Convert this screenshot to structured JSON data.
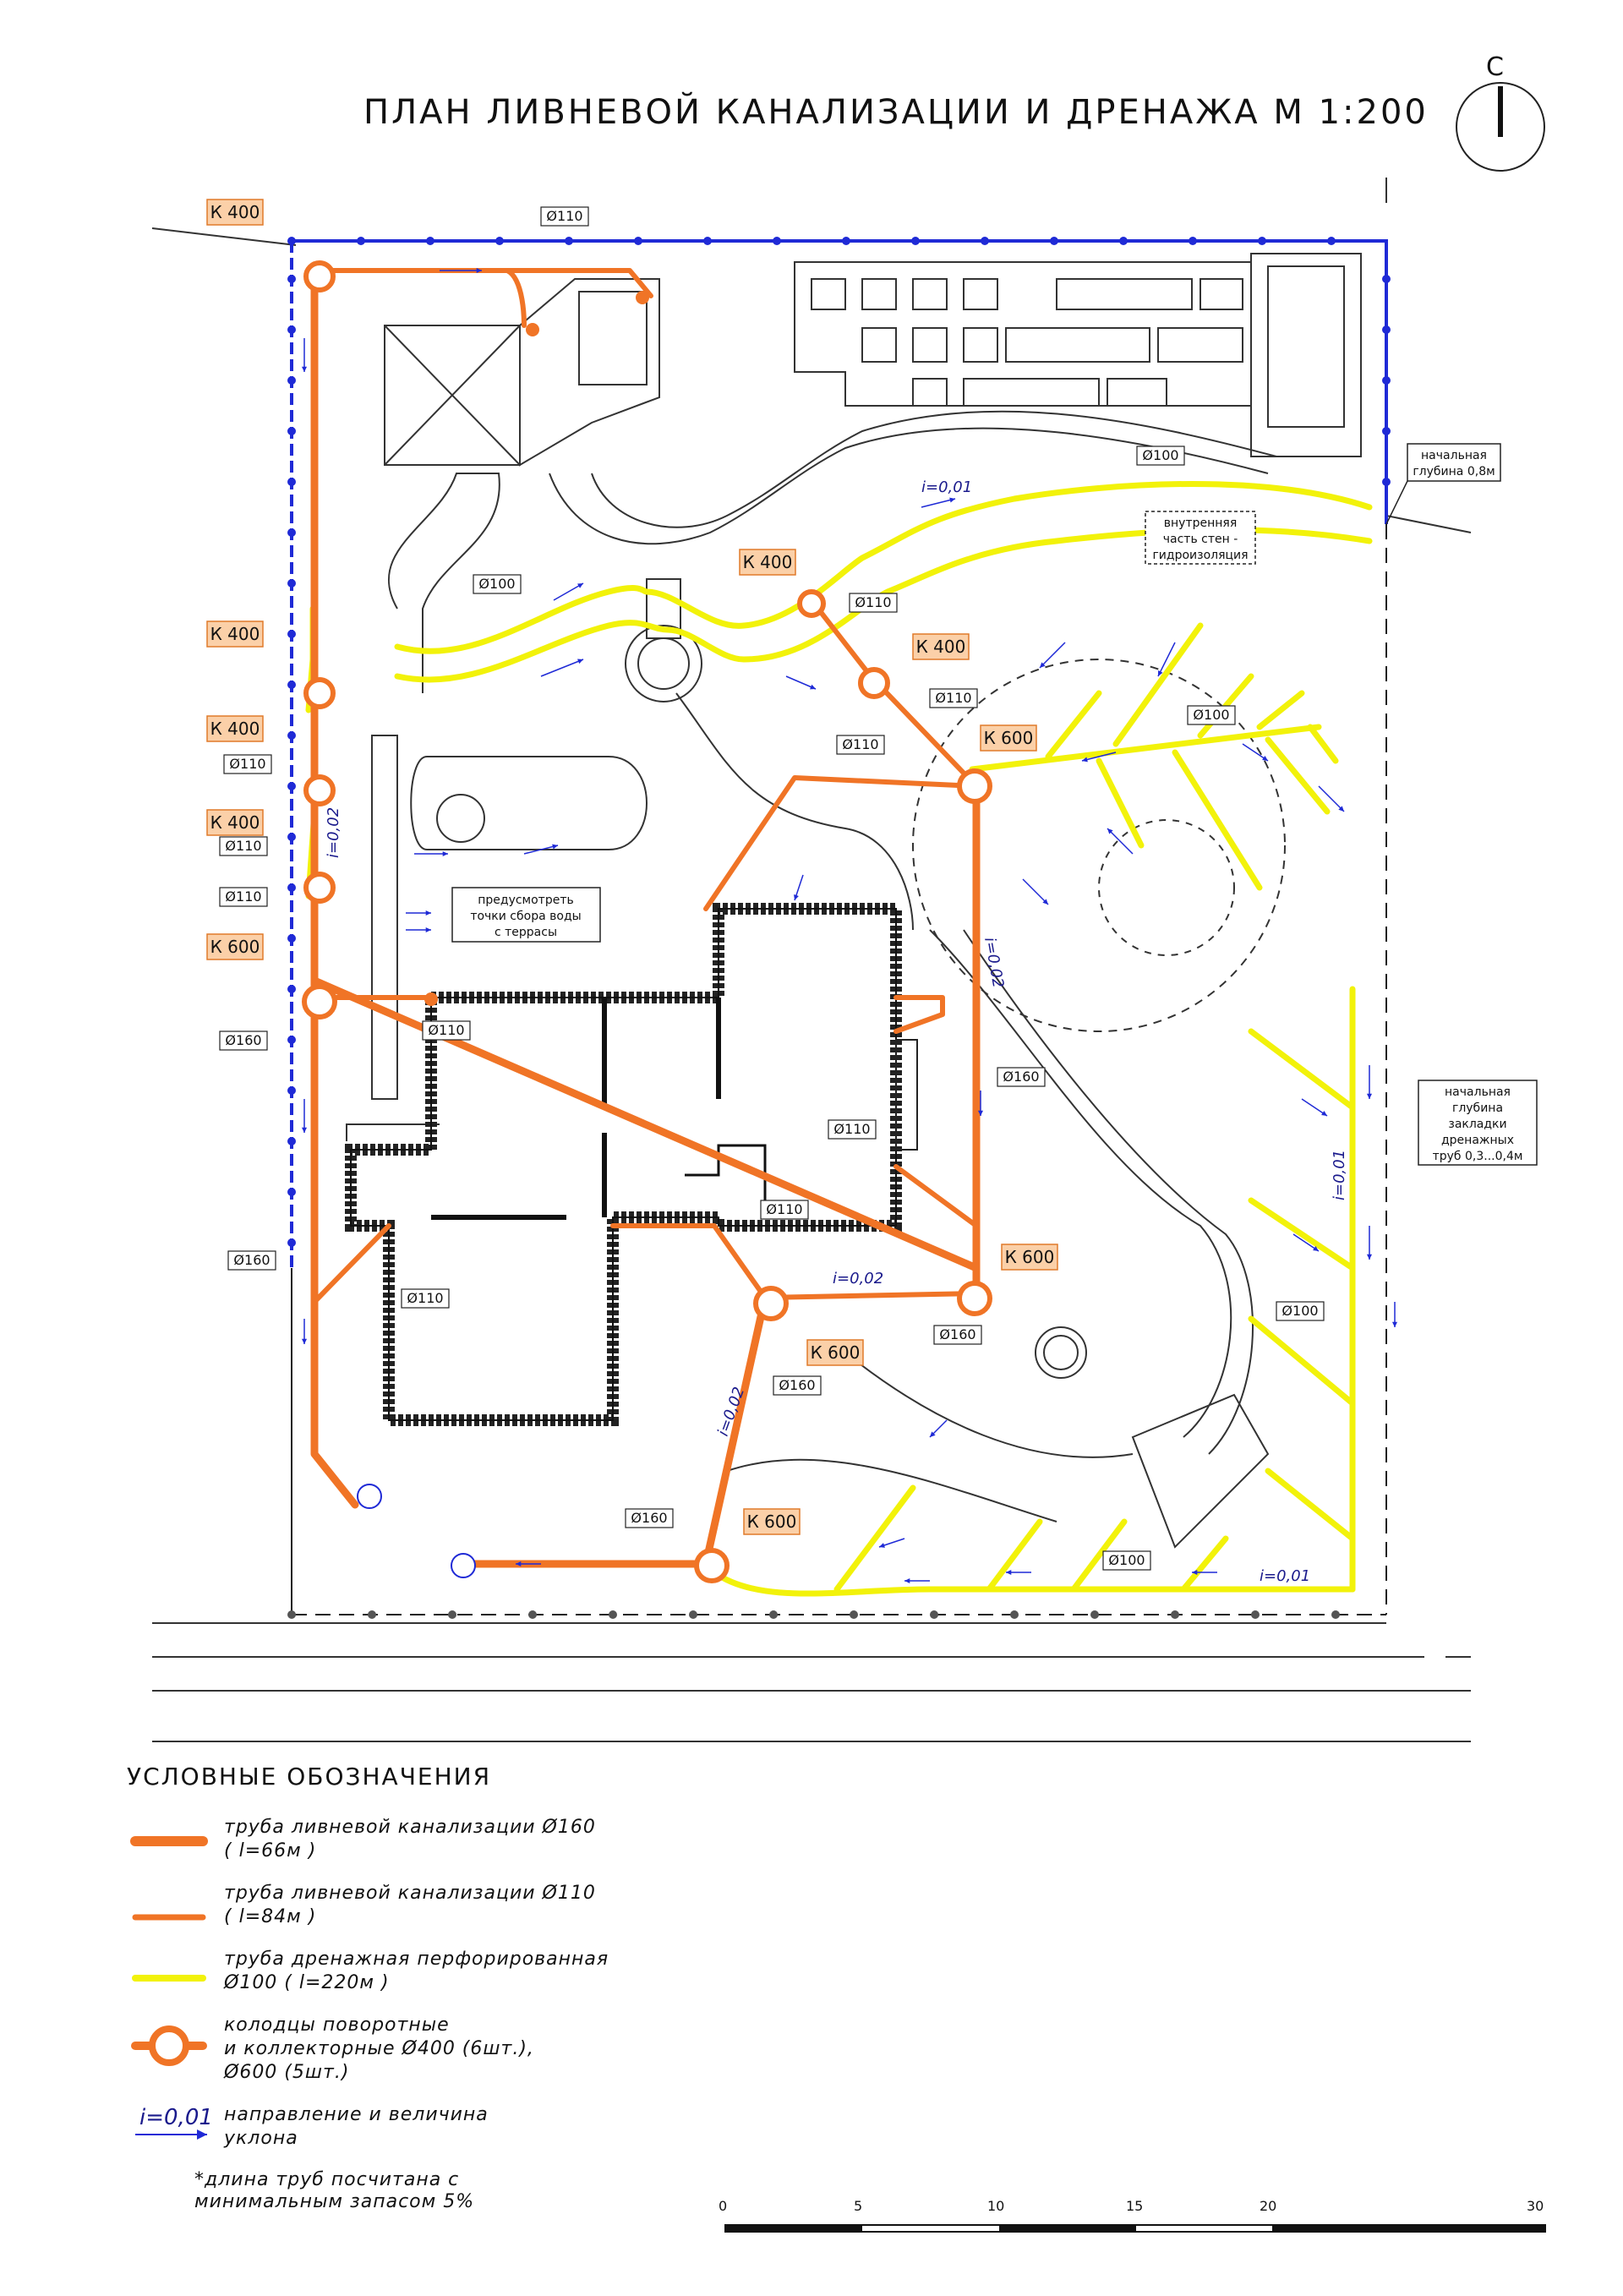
{
  "title": "ПЛАН ЛИВНЕВОЙ КАНАЛИЗАЦИИ И ДРЕНАЖА    М 1:200",
  "north": "С",
  "colors": {
    "storm160": "#f07426",
    "storm110": "#f07426",
    "drain100": "#f2f20a",
    "tag_bg": "#fbd0a8",
    "tag_border": "#e07a2a",
    "boundary": "#1f2ad6",
    "slope_arrow": "#1f2ad6",
    "lines": "#222222"
  },
  "well_tags": [
    "К 400",
    "К 400",
    "К 400",
    "К 400",
    "К 400",
    "К 400",
    "К 600",
    "К 600",
    "К 600",
    "К 600",
    "К 600"
  ],
  "pipe_labels": [
    "Ø110",
    "Ø100",
    "Ø100",
    "Ø110",
    "Ø110",
    "Ø100",
    "Ø110",
    "Ø110",
    "Ø110",
    "Ø110",
    "Ø160",
    "Ø110",
    "Ø160",
    "Ø110",
    "Ø110",
    "Ø160",
    "Ø160",
    "Ø160",
    "Ø100",
    "Ø160",
    "Ø100",
    "Ø110"
  ],
  "slopes": [
    "i=0,01",
    "i=0,02",
    "i=0,02",
    "i=0,02",
    "i=0,02",
    "i=0,01",
    "i=0,01"
  ],
  "notes": {
    "depth_top": [
      "начальная",
      "глубина 0,8м"
    ],
    "waterproof": [
      "внутренняя",
      "часть стен -",
      "гидроизоляция"
    ],
    "terrace": [
      "предусмотреть",
      "точки сбора воды",
      "с террасы"
    ],
    "depth_right": [
      "начальная",
      "глубина",
      "закладки",
      "дренажных",
      "труб 0,3...0,4м"
    ]
  },
  "legend": {
    "title": "УСЛОВНЫЕ ОБОЗНАЧЕНИЯ",
    "items": [
      {
        "kind": "pipe160",
        "line1": "труба ливневой канализации Ø160",
        "line2": "( l=66м )"
      },
      {
        "kind": "pipe110",
        "line1": "труба ливневой канализации Ø110",
        "line2": "( l=84м )"
      },
      {
        "kind": "drain",
        "line1": "труба дренажная перфорированная",
        "line2": "Ø100 ( l=220м )"
      },
      {
        "kind": "well",
        "line1": "колодцы поворотные",
        "line2": "и коллекторные Ø400 (6шт.),",
        "line3": "Ø600 (5шт.)"
      },
      {
        "kind": "slope",
        "symbol": "i=0,01",
        "line1": "направление и величина",
        "line2": "уклона"
      }
    ],
    "footnote": [
      "*длина труб посчитана с",
      "минимальным запасом 5%"
    ]
  },
  "scale_bar": {
    "ticks": [
      "0",
      "5",
      "10",
      "15",
      "20",
      "30"
    ]
  }
}
